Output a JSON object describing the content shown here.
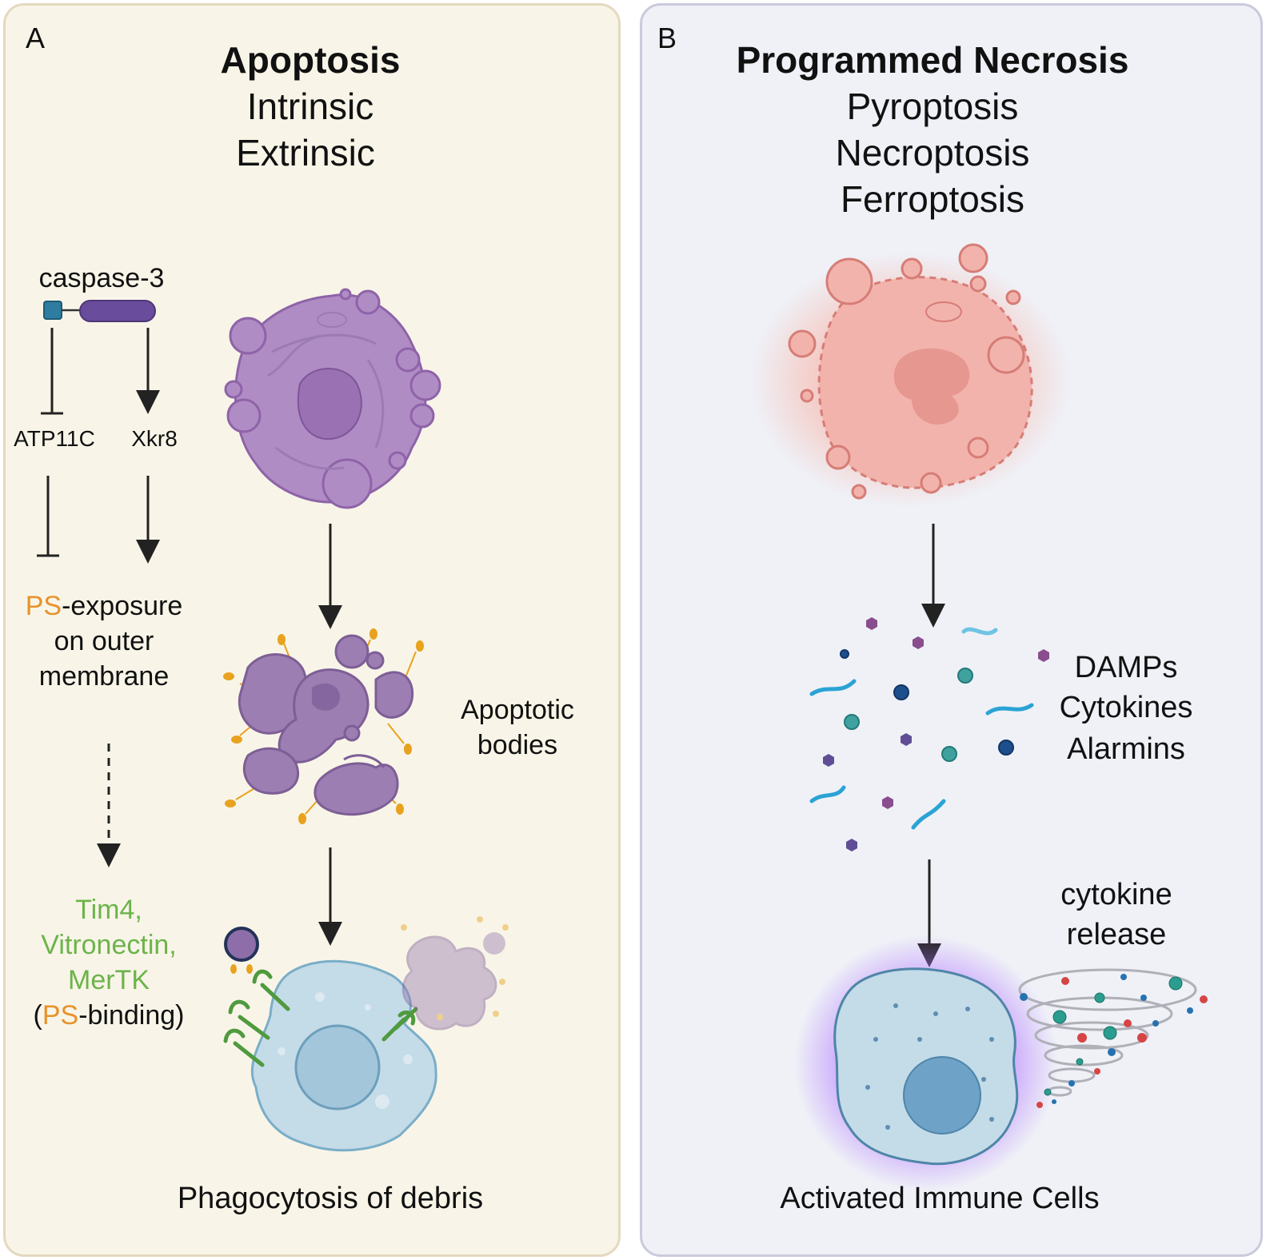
{
  "panel_a": {
    "letter": "A",
    "title": "Apoptosis",
    "subtypes": [
      "Intrinsic",
      "Extrinsic"
    ],
    "enzyme": "caspase-3",
    "inhibited_target": "ATP11C",
    "activated_target": "Xkr8",
    "ps_prefix": "PS",
    "ps_exposure_suffix": "-exposure",
    "ps_exposure_line2": "on outer",
    "ps_exposure_line3": "membrane",
    "binders": [
      "Tim4,",
      "Vitronectin,",
      "MerTK"
    ],
    "binding_open": "(",
    "binding_suffix": "-binding)",
    "bodies_label_1": "Apoptotic",
    "bodies_label_2": "bodies",
    "bottom_label": "Phagocytosis of debris"
  },
  "panel_b": {
    "letter": "B",
    "title": "Programmed Necrosis",
    "subtypes": [
      "Pyroptosis",
      "Necroptosis",
      "Ferroptosis"
    ],
    "released": [
      "DAMPs",
      "Cytokines",
      "Alarmins"
    ],
    "release_label_1": "cytokine",
    "release_label_2": "release",
    "bottom_label": "Activated Immune Cells"
  },
  "colors": {
    "panel_a_bg": "#f8f5e8",
    "panel_b_bg": "#eff1f7",
    "ps_orange": "#e8922b",
    "binder_green": "#6db34b",
    "apoptotic_purple": "#b08cc4",
    "necrotic_pink": "#f2b3ac",
    "immune_blue": "#c4dbe8",
    "activation_glow": "#b47cff"
  }
}
